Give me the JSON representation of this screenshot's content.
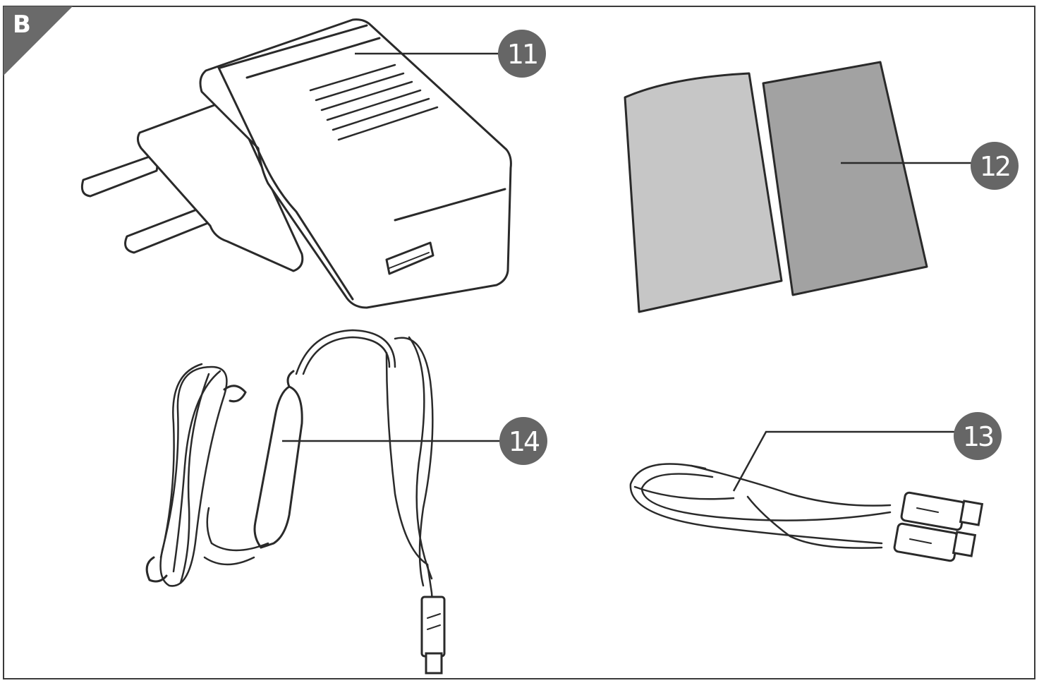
{
  "figure": {
    "section_label": "B",
    "callouts": [
      {
        "id": "charger",
        "number": "11"
      },
      {
        "id": "pads",
        "number": "12"
      },
      {
        "id": "usb-cable",
        "number": "13"
      },
      {
        "id": "heater-cable",
        "number": "14"
      }
    ]
  },
  "colors": {
    "frame": "#3a3a3a",
    "badge": "#666666",
    "pad_light": "#c4c4c4",
    "pad_dark": "#a0a0a0",
    "line": "#2a2a2a"
  }
}
